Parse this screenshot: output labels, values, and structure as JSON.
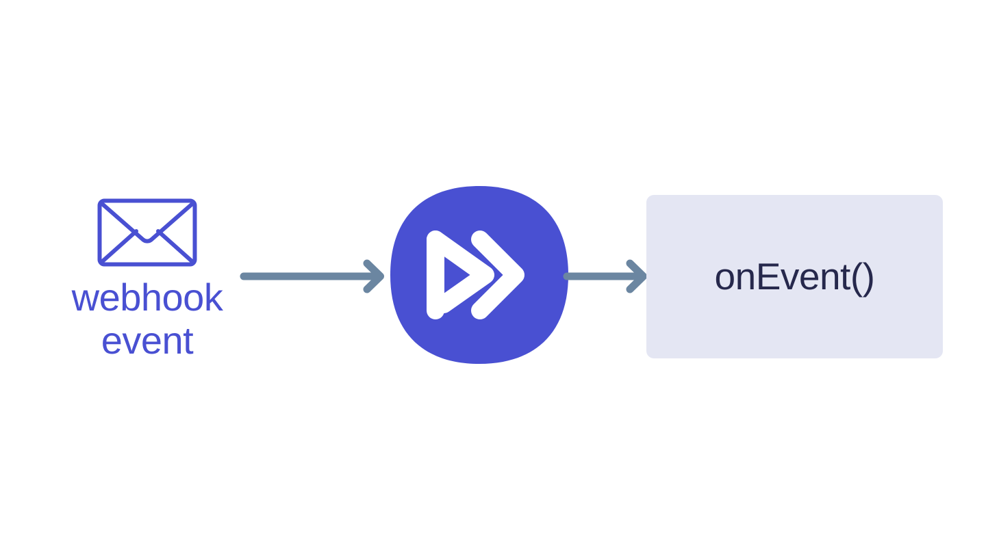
{
  "diagram": {
    "type": "flow",
    "background_color": "#ffffff",
    "title": "webhook event to Inngest to onEvent() handler flow",
    "nodes": [
      {
        "id": "source",
        "kind": "icon-with-caption",
        "icon": "envelope-icon",
        "label": "webhook\nevent",
        "color": "#4950d2"
      },
      {
        "id": "inngest",
        "kind": "logo",
        "icon": "inngest-logo-icon",
        "label": "",
        "color": "#4950d2",
        "mark_color": "#ffffff"
      },
      {
        "id": "handler",
        "kind": "box",
        "label": "onEvent()",
        "background_color": "#e4e6f3",
        "text_color": "#26284c"
      }
    ],
    "edges": [
      {
        "id": "edge-1",
        "from": "source",
        "to": "inngest",
        "label": "",
        "color": "#6b86a1"
      },
      {
        "id": "edge-2",
        "from": "inngest",
        "to": "handler",
        "label": "",
        "color": "#6b86a1"
      }
    ]
  },
  "source_node": {
    "caption": "webhook\nevent",
    "icon_name": "envelope-icon",
    "color": "#4950d2"
  },
  "logo_node": {
    "icon_name": "inngest-logo-icon",
    "squircle_color": "#4950d2",
    "mark_color": "#ffffff"
  },
  "handler_node": {
    "label": "onEvent()",
    "background_color": "#e4e6f3",
    "text_color": "#26284c"
  },
  "arrows": {
    "color": "#6b86a1",
    "arrow_1_name": "arrow-source-to-inngest",
    "arrow_2_name": "arrow-inngest-to-handler"
  },
  "colors": {
    "indigo": "#4950d2",
    "slate": "#6b86a1",
    "lavender": "#e4e6f3",
    "navy": "#26284c",
    "white": "#ffffff"
  }
}
